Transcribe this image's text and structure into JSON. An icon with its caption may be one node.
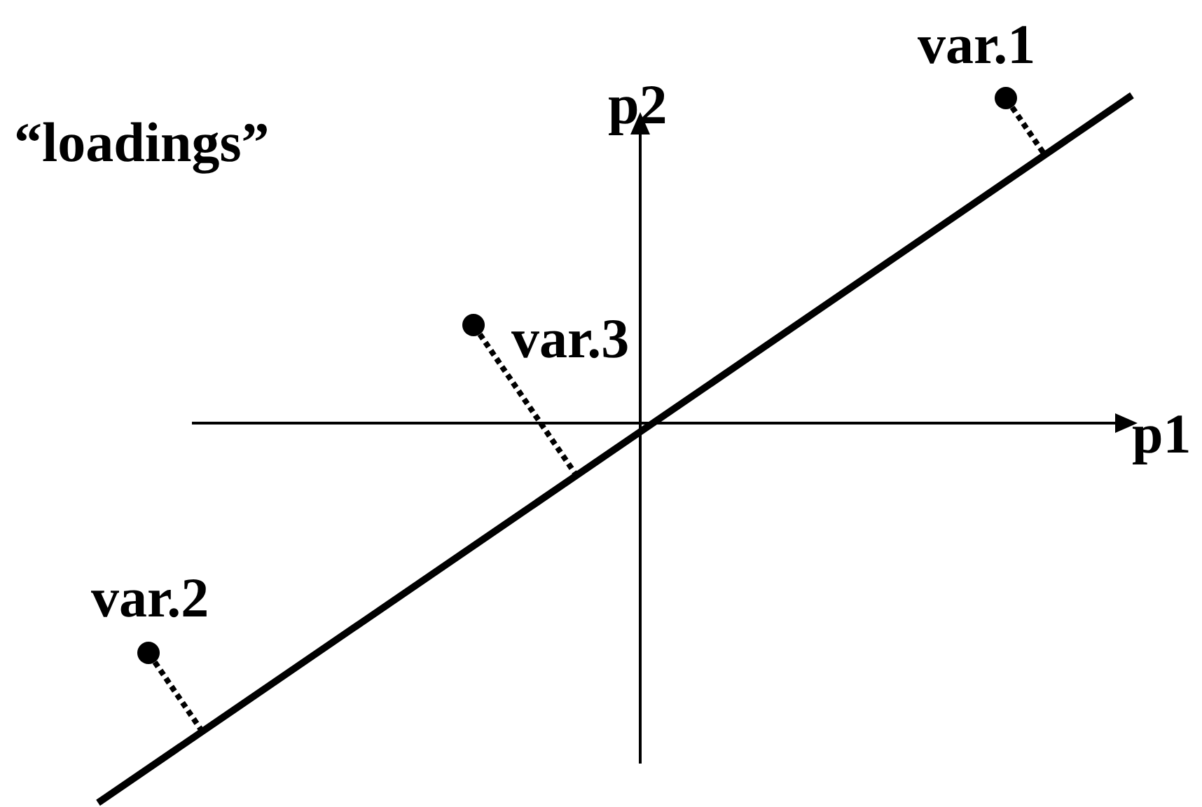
{
  "diagram": {
    "nodes": [
      {
        "text": [
          "var.1"
        ]
      },
      {
        "text": [
          "var.3"
        ]
      },
      {
        "text": [
          "var.2"
        ]
      }
    ],
    "edges": [
      {
        "from": 0,
        "to": null,
        "arrow": "none",
        "style": "dashed"
      },
      {
        "from": 1,
        "to": null,
        "arrow": "none",
        "style": "dashed"
      },
      {
        "from": 2,
        "to": null,
        "arrow": "none",
        "style": "dashed"
      }
    ],
    "labels": [
      "“loadings”",
      "p2",
      "p1"
    ]
  }
}
